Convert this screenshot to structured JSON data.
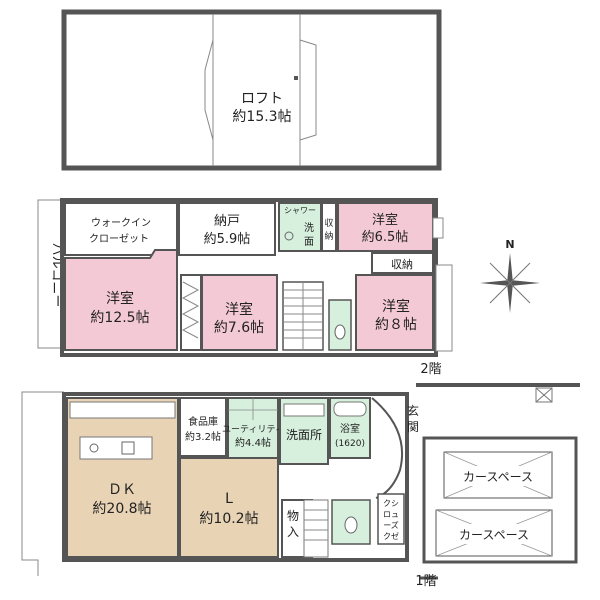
{
  "colors": {
    "wall": "#555555",
    "pink": "#f4c9d6",
    "green": "#d7f0dd",
    "tan": "#e8d3b4",
    "white": "#ffffff",
    "line": "#888888"
  },
  "loft": {
    "name": "ロフト",
    "size": "約15.3帖"
  },
  "floor2": {
    "label": "2階",
    "rooms": {
      "walkin_1": "ウォークイン",
      "walkin_2": "クローゼット",
      "nando": "納戸",
      "nando_size": "約5.9帖",
      "shower": "シャワー",
      "wash_1": "洗",
      "wash_2": "面",
      "storage1_1": "収",
      "storage1_2": "納",
      "western65": "洋室",
      "western65_size": "約6.5帖",
      "storage2": "収納",
      "balcony": "バルコニー",
      "western125": "洋室",
      "western125_size": "約12.5帖",
      "western76": "洋室",
      "western76_size": "約7.6帖",
      "western8": "洋室",
      "western8_size": "約８帖"
    }
  },
  "floor1": {
    "label": "1階",
    "rooms": {
      "dk": "ＤＫ",
      "dk_size": "約20.8帖",
      "pantry": "食品庫",
      "pantry_size": "約3.2帖",
      "utility": "ユーティリティ",
      "utility_size": "約4.4帖",
      "washroom": "洗面所",
      "bath": "浴室",
      "bath_size": "(1620)",
      "entrance": "玄関",
      "living": "L",
      "living_size": "約10.2帖",
      "storage_1": "物",
      "storage_2": "入",
      "closet_1": "クシ",
      "closet_2": "ロュ",
      "closet_3": "ーズ",
      "closet_4": "クゼ",
      "car1": "カースペース",
      "car2": "カースペース"
    }
  },
  "compass": {
    "north": "N"
  }
}
